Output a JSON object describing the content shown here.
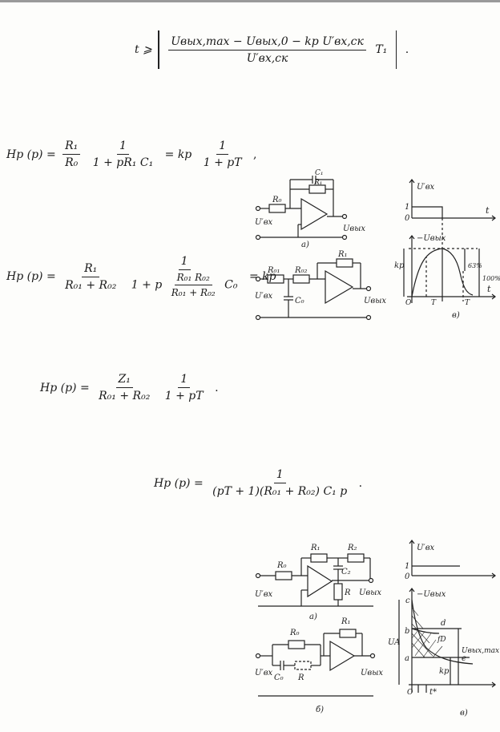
{
  "eq1": {
    "lhs": "t ⩾",
    "num": "Uвых,max − Uвых,0 − kр U′вх,ск",
    "den": "U′вх,ск",
    "factor": "T₁",
    "end": "."
  },
  "eq2": {
    "lhs": "Hр (p) =",
    "f1_num": "R₁",
    "f1_den": "R₀",
    "f2_num": "1",
    "f2_den": "1 + pR₁ C₁",
    "mid": "= kр",
    "f3_num": "1",
    "f3_den": "1 + pT",
    "end": ","
  },
  "eq3": {
    "lhs": "Hр (p) =",
    "f1_num": "R₁",
    "f1_den": "R₀₁ + R₀₂",
    "f2_num": "1",
    "f2_den_a": "1 + p",
    "inner_num": "R₀₁ R₀₂",
    "inner_den": "R₀₁ + R₀₂",
    "f2_den_b": "C₀",
    "mid": "= kр"
  },
  "eq4": {
    "lhs": "Hр (p) =",
    "f1_num": "Z₁",
    "f1_den": "R₀₁ + R₀₂",
    "f2_num": "1",
    "f2_den": "1 + pT",
    "end": "."
  },
  "eq5": {
    "lhs": "Hр (p) =",
    "num": "1",
    "den": "(pT + 1)(R₀₁ + R₀₂) C₁ p",
    "end": "."
  },
  "fig1": {
    "c1": "C₁",
    "r1": "R₁",
    "r0": "R₀",
    "uin": "U′вх",
    "uout": "Uвых",
    "label_a": "a)",
    "r01": "R₀₁",
    "r02": "R₀₂",
    "r1b": "R₁",
    "c0": "C₀",
    "uin_b": "U′вх",
    "uout_b": "Uвых",
    "graph_top_ylabel": "U′вх",
    "graph_one": "1",
    "graph_zero": "0",
    "graph_t": "t",
    "graph_neg": "−Uвых",
    "graph_kp": "kр",
    "graph_63": "63%",
    "graph_100": "100%",
    "graph_T1": "T",
    "graph_T2": "T",
    "graph_O": "O",
    "graph_t2": "t",
    "label_v": "в)"
  },
  "fig2": {
    "r1": "R₁",
    "r2": "R₂",
    "r0": "R₀",
    "c2": "C₂",
    "r": "R",
    "uin": "U′вх",
    "uout": "Uвых",
    "label_a": "a)",
    "r0b": "R₀",
    "r1b": "R₁",
    "c0": "C₀",
    "rb": "R",
    "uin_b": "U′вх",
    "uout_b": "Uвых",
    "label_b": "б)",
    "graph_ylabel": "U′вх",
    "graph_one": "1",
    "graph_zero": "0",
    "graph_neg": "−Uвых",
    "graph_c": "c",
    "graph_b": "b",
    "graph_a": "a",
    "graph_d": "d",
    "graph_e": "e",
    "graph_fd": "fD",
    "graph_UA": "UA",
    "graph_kp": "kр",
    "graph_umax": "Uвых,max",
    "graph_O": "O",
    "graph_tstar": "t*",
    "label_v": "в)"
  }
}
